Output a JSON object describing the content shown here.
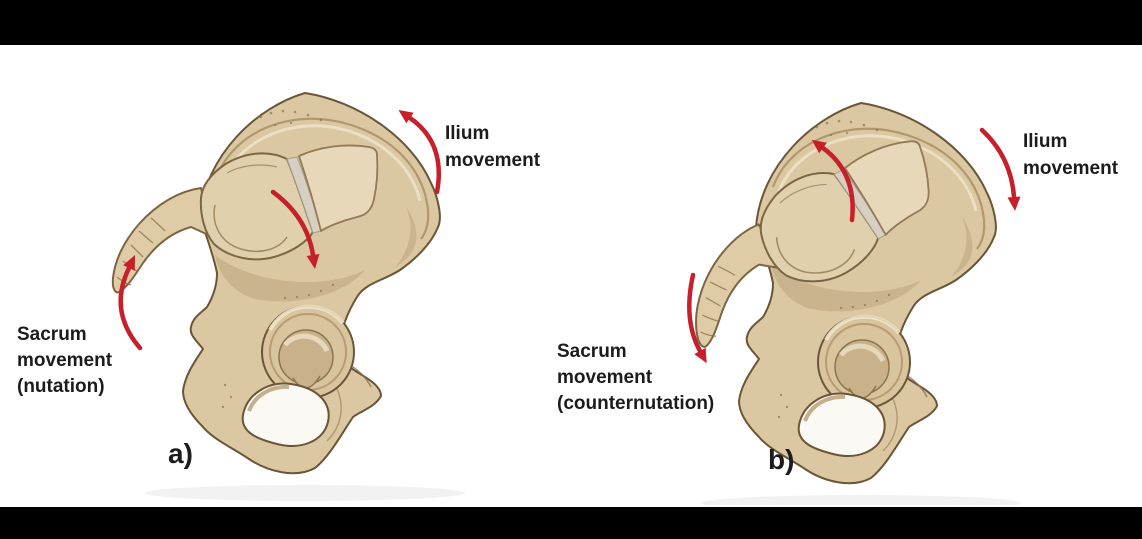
{
  "figure": {
    "description_visible_text_only": true,
    "colors": {
      "background": "#ffffff",
      "letterbox_bars": "#000000",
      "arrow_red": "#c8202a",
      "bone_base": "#dbc8a3",
      "bone_highlight": "#eadcbd",
      "bone_shadow": "#b89b72",
      "bone_outline": "#6b5536",
      "joint_gray": "#d6cfc2",
      "text": "#1c1c1c"
    },
    "panels": {
      "a": {
        "caption": "a)",
        "ilium_label": {
          "line1": "Ilium",
          "line2": "movement"
        },
        "sacrum_label": {
          "line1": "Sacrum",
          "line2": "movement",
          "line3": "(nutation)"
        }
      },
      "b": {
        "caption": "b)",
        "ilium_label": {
          "line1": "Ilium",
          "line2": "movement"
        },
        "sacrum_label": {
          "line1": "Sacrum",
          "line2": "movement",
          "line3": "(counternutation)"
        }
      }
    }
  }
}
